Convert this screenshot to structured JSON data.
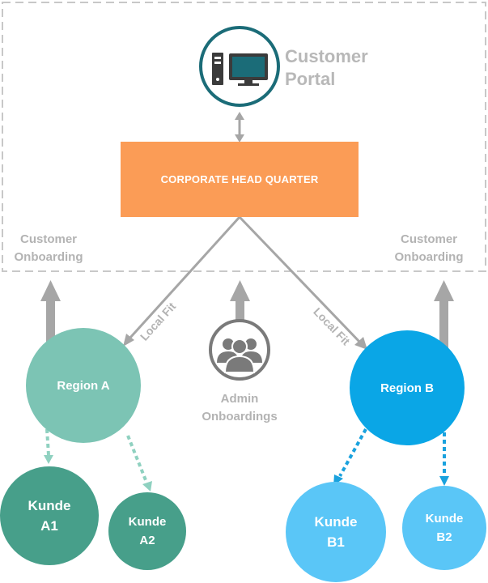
{
  "portal": {
    "label_line1": "Customer",
    "label_line2": "Portal",
    "icon": "computer-icon"
  },
  "hq": {
    "label": "CORPORATE HEAD QUARTER"
  },
  "onboarding_left": {
    "line1": "Customer",
    "line2": "Onboarding"
  },
  "onboarding_right": {
    "line1": "Customer",
    "line2": "Onboarding"
  },
  "admin": {
    "line1": "Admin",
    "line2": "Onboardings",
    "icon": "users-group-icon"
  },
  "edges": {
    "local_fit_left": "Local Fit",
    "local_fit_right": "Local Fit"
  },
  "regions": {
    "a": {
      "label": "Region A"
    },
    "b": {
      "label": "Region B"
    }
  },
  "customers": {
    "a1": {
      "line1": "Kunde",
      "line2": "A1"
    },
    "a2": {
      "line1": "Kunde",
      "line2": "A2"
    },
    "b1": {
      "line1": "Kunde",
      "line2": "B1"
    },
    "b2": {
      "line1": "Kunde",
      "line2": "B2"
    }
  },
  "colors": {
    "region_a": "#7cc4b4",
    "region_b": "#0aa6e6",
    "kunde_a": "#479f8a",
    "kunde_b": "#5ac6f7",
    "hq": "#fb9c56",
    "portal_ring": "#1b6c78",
    "arrow_gray": "#a6a6a6",
    "dash_border": "#c8c8c8"
  }
}
